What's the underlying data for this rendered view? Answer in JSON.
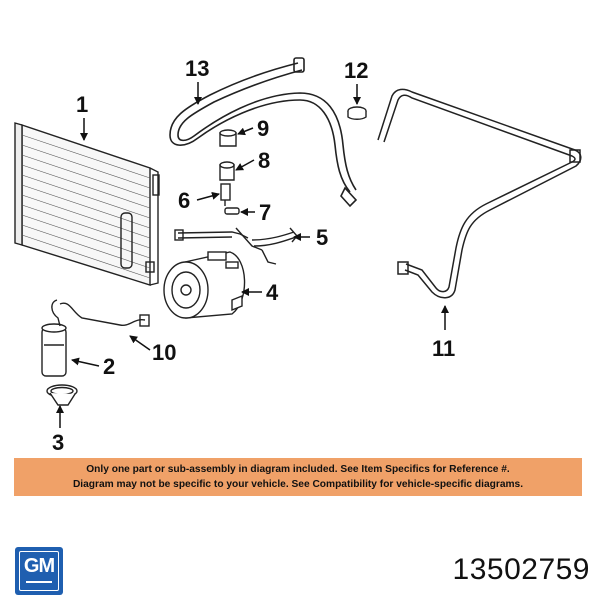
{
  "callouts": {
    "c1": "1",
    "c2": "2",
    "c3": "3",
    "c4": "4",
    "c5": "5",
    "c6": "6",
    "c7": "7",
    "c8": "8",
    "c9": "9",
    "c10": "10",
    "c11": "11",
    "c12": "12",
    "c13": "13"
  },
  "notice": {
    "line1": "Only one part or sub-assembly in diagram included. See Item Specifics for Reference #.",
    "line2": "Diagram may not be specific to your vehicle. See Compatibility for vehicle-specific diagrams.",
    "background_color": "#f0a168"
  },
  "brand": {
    "logo_text": "GM",
    "logo_color": "#1f5fb0"
  },
  "part_number": "13502759"
}
